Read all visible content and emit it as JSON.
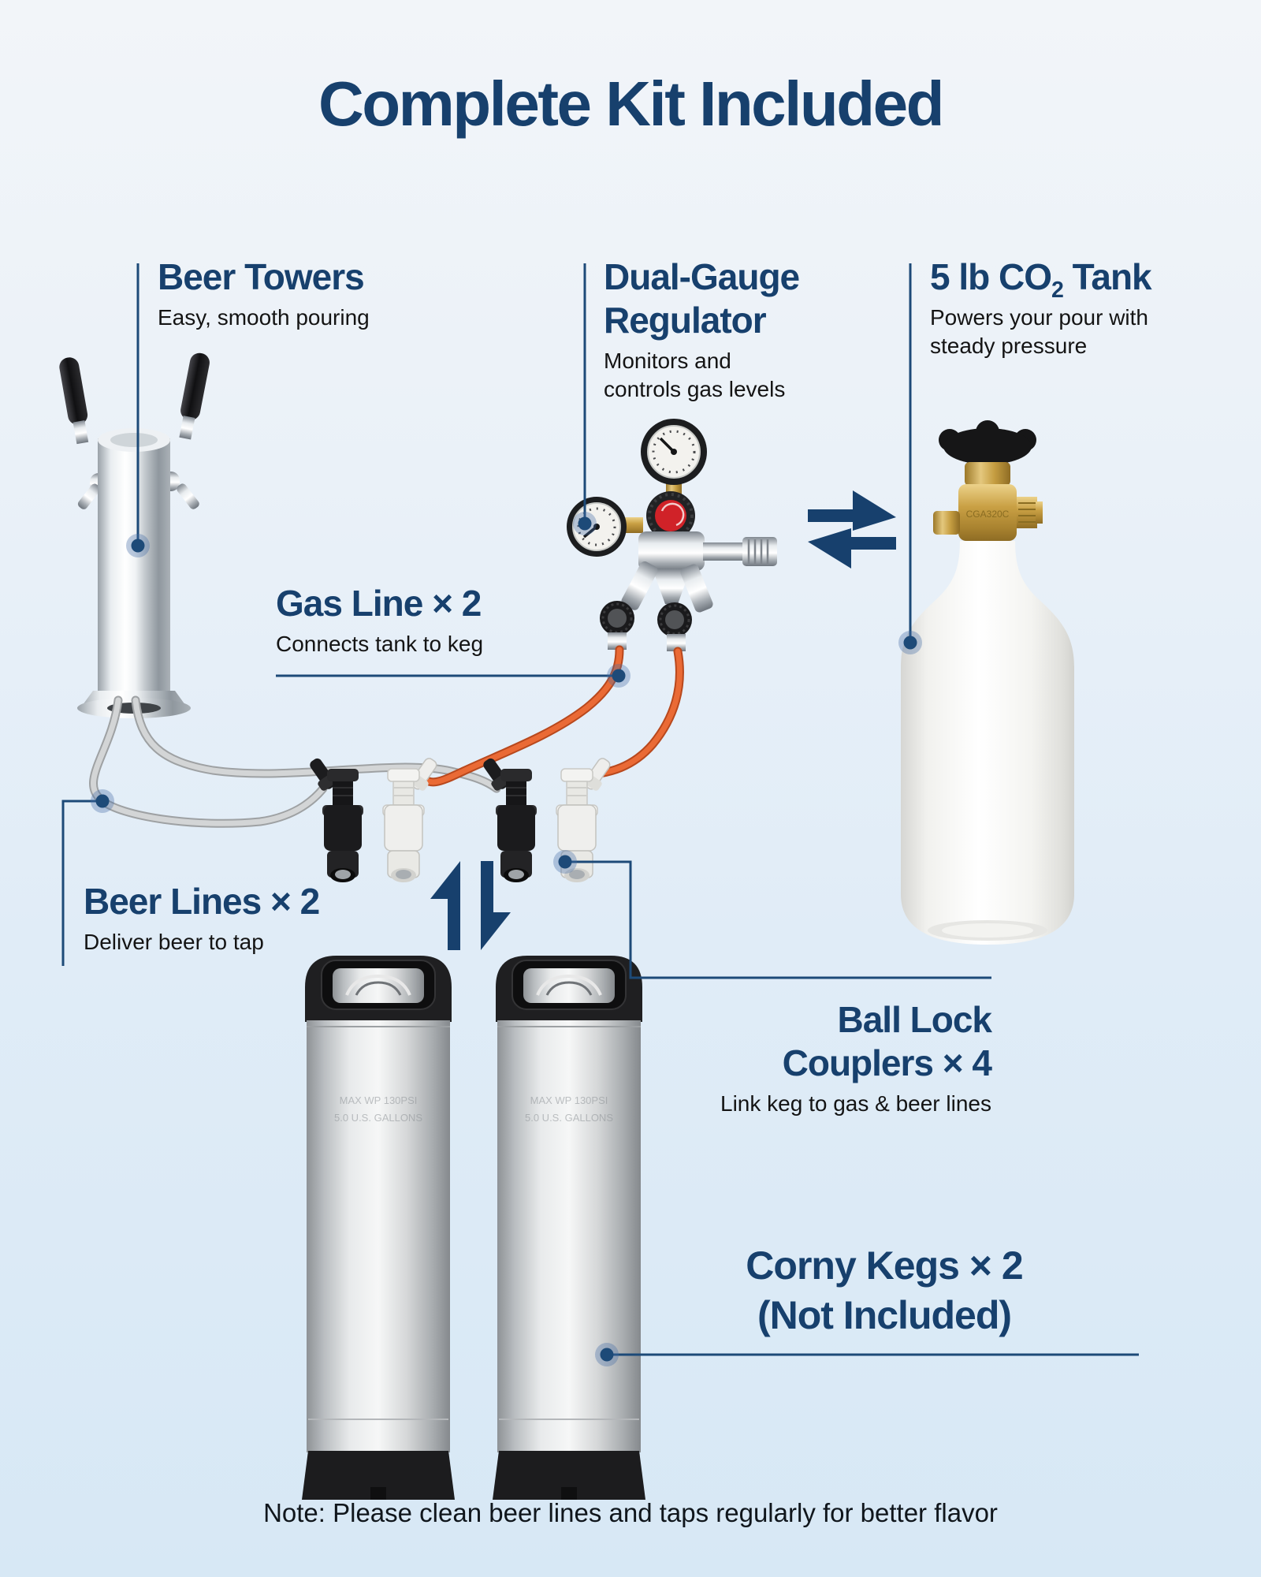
{
  "page": {
    "title": "Complete Kit Included",
    "note": "Note: Please clean beer lines and taps regularly for better flavor"
  },
  "labels": {
    "beer_towers": {
      "title": "Beer Towers",
      "subtitle": "Easy, smooth pouring"
    },
    "gas_line": {
      "title": "Gas Line × 2",
      "subtitle": "Connects tank to keg"
    },
    "regulator": {
      "title_line1": "Dual-Gauge",
      "title_line2": "Regulator",
      "subtitle_line1": "Monitors and",
      "subtitle_line2": "controls gas levels"
    },
    "co2_tank": {
      "title_prefix": "5 lb CO",
      "title_sub": "2",
      "title_suffix": " Tank",
      "subtitle_line1": "Powers your pour with",
      "subtitle_line2": "steady pressure"
    },
    "beer_lines": {
      "title": "Beer Lines × 2",
      "subtitle": "Deliver beer to tap"
    },
    "ball_lock": {
      "title_line1": "Ball Lock",
      "title_line2": "Couplers × 4",
      "subtitle": "Link keg to gas & beer lines"
    },
    "corny_kegs": {
      "title_line1": "Corny Kegs × 2",
      "title_line2": "(Not Included)"
    }
  },
  "product_markings": {
    "co2_valve": "CGA320C",
    "keg_embossed_line1": "MAX WP 130PSI",
    "keg_embossed_line2": "5.0 U.S. GALLONS"
  },
  "icons": {
    "exchange_arrows_icon": "⇄",
    "up_down_arrows_icon": "⇵"
  },
  "colors": {
    "heading_navy": "#17406d",
    "callout_line": "#1d4a78",
    "gas_line_orange": "#e0582b",
    "beer_line_gray": "#c9cbcd",
    "background_top": "#f2f5f9",
    "background_bottom": "#d7e8f5",
    "text_black": "#141414"
  }
}
